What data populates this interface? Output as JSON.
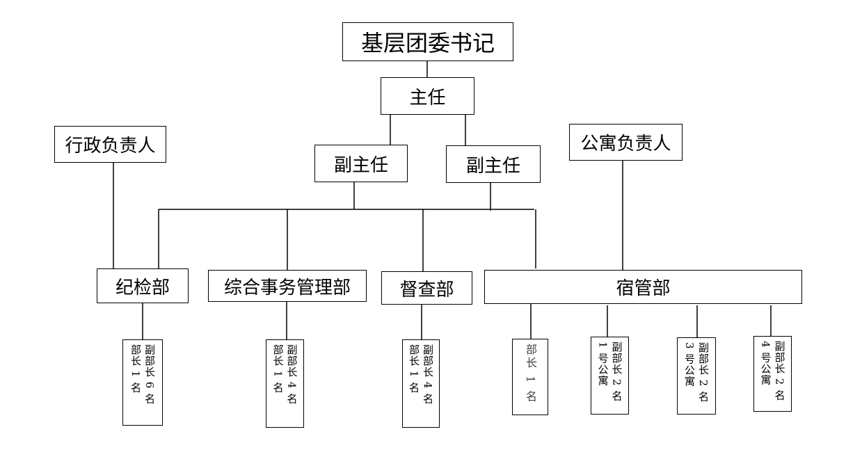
{
  "top": {
    "secretary": "基层团委书记",
    "director": "主任",
    "vice_left": "副主任",
    "vice_right": "副主任"
  },
  "side": {
    "admin_head": "行政负责人",
    "apartment_head": "公寓负责人"
  },
  "departments": {
    "discipline": "纪检部",
    "general_affairs": "综合事务管理部",
    "supervision": "督查部",
    "dormitory": "宿管部"
  },
  "staff": {
    "discipline": [
      "副部长 6 名",
      "部长 1 名"
    ],
    "general_affairs": [
      "副部长 4 名",
      "部长 1 名"
    ],
    "supervision": [
      "副部长 4 名",
      "部长 1 名"
    ],
    "dormitory_head": [
      "部长 1 名"
    ],
    "apt1": [
      "副部长 2 名",
      "1 号公寓"
    ],
    "apt3": [
      "副部长 2 名",
      "3 号公寓"
    ],
    "apt4": [
      "副部长 2 名",
      "4 号公寓"
    ]
  }
}
